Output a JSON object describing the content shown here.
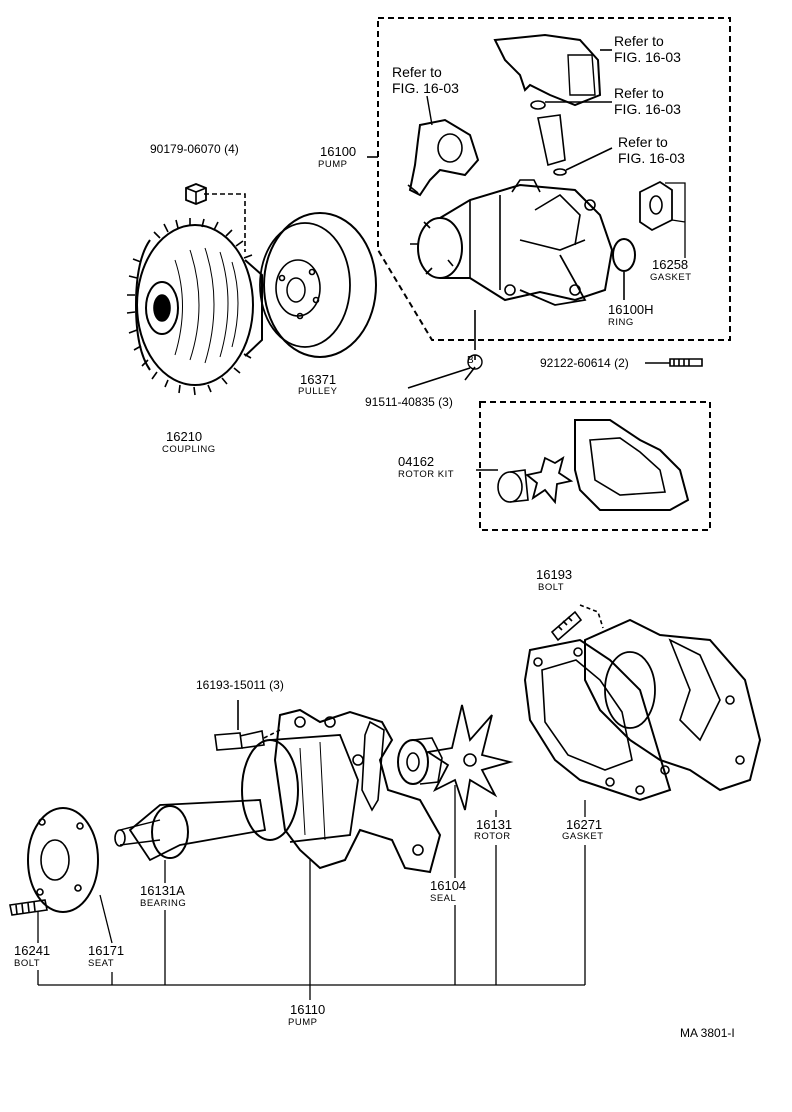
{
  "refs": {
    "fig_top1_a": "Refer to",
    "fig_top1_b": "FIG. 16-03",
    "fig_top2_a": "Refer to",
    "fig_top2_b": "FIG. 16-03",
    "fig_top3_a": "Refer to",
    "fig_top3_b": "FIG. 16-03",
    "fig_left_a": "Refer to",
    "fig_left_b": "FIG. 16-03"
  },
  "parts": {
    "p90179": "90179-06070 (4)",
    "p16100_num": "16100",
    "p16100_cap": "PUMP",
    "p16371_num": "16371",
    "p16371_cap": "PULLEY",
    "p16210_num": "16210",
    "p16210_cap": "COUPLING",
    "p16258_num": "16258",
    "p16258_cap": "GASKET",
    "p16100h_num": "16100H",
    "p16100h_cap": "RING",
    "p92122": "92122-60614 (2)",
    "p91511": "91511-40835 (3)",
    "circle_b": "B",
    "p04162_num": "04162",
    "p04162_cap": "ROTOR KIT",
    "p16193_num": "16193",
    "p16193_cap": "BOLT",
    "p16193_15011": "16193-15011 (3)",
    "p16131_num": "16131",
    "p16131_cap": "ROTOR",
    "p16271_num": "16271",
    "p16271_cap": "GASKET",
    "p16104_num": "16104",
    "p16104_cap": "SEAL",
    "p16131a_num": "16131A",
    "p16131a_cap": "BEARING",
    "p16241_num": "16241",
    "p16241_cap": "BOLT",
    "p16171_num": "16171",
    "p16171_cap": "SEAT",
    "p16110_num": "16110",
    "p16110_cap": "PUMP"
  },
  "footer": {
    "code": "MA  3801-I"
  }
}
